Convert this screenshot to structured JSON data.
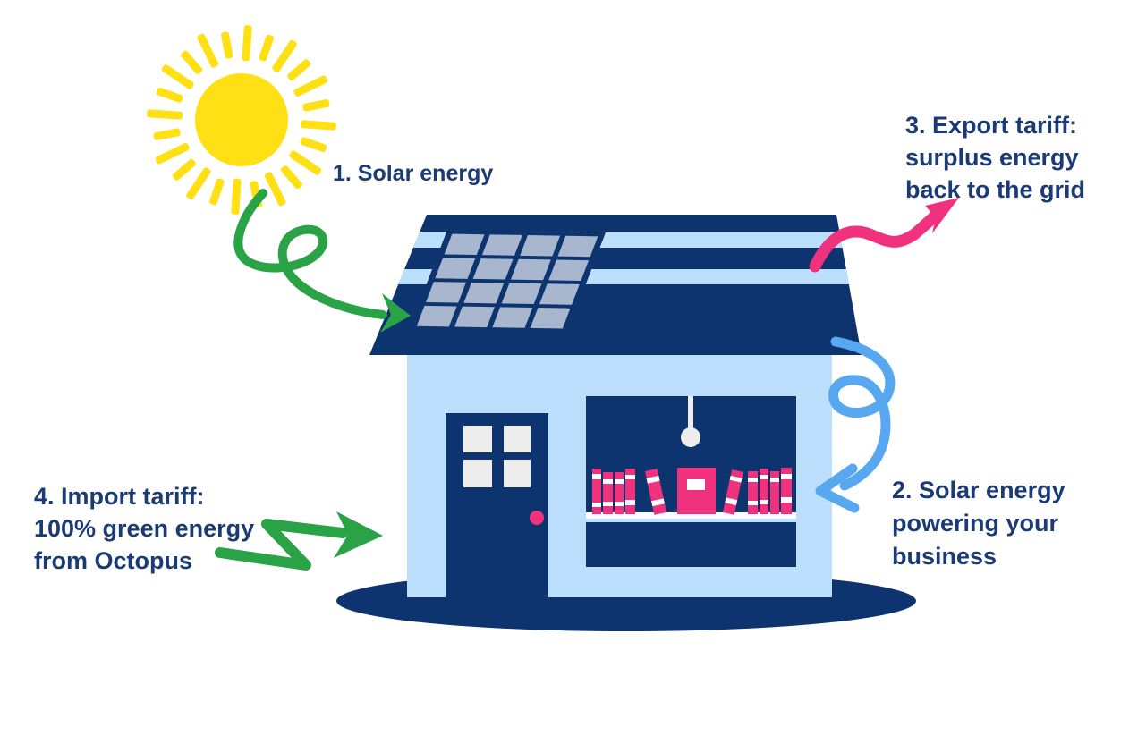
{
  "steps": {
    "step1": {
      "label": "1. Solar energy"
    },
    "step2": {
      "lines": [
        "2. Solar energy",
        "powering your",
        "business"
      ]
    },
    "step3": {
      "lines": [
        "3. Export tariff:",
        "surplus energy",
        "back to the grid"
      ]
    },
    "step4": {
      "lines": [
        "4. Import tariff:",
        "100% green energy",
        "from Octopus"
      ]
    }
  },
  "icons": {
    "sun": "sun-icon",
    "shop": "shop-building",
    "solar_panel": "solar-panel-icon",
    "bookshelf": "bookshelf-window",
    "lamp": "hanging-lamp-icon",
    "ground": "ground-shadow",
    "arrow_solar": "green-curl-arrow",
    "arrow_export": "pink-export-arrow",
    "arrow_power": "blue-swirl-arrow",
    "arrow_import": "green-zigzag-arrow"
  },
  "colors": {
    "navy": "#0E3470",
    "light_blue": "#BBDFFC",
    "panel_gray": "#A9B7CE",
    "pink": "#F0327E",
    "green": "#2AA246",
    "arrow_blue": "#57A8F1",
    "sun_yellow": "#FFE014",
    "text_navy": "#1B3B76",
    "pane_white": "#EDEDED",
    "blob_white": "#FFFFFF"
  }
}
